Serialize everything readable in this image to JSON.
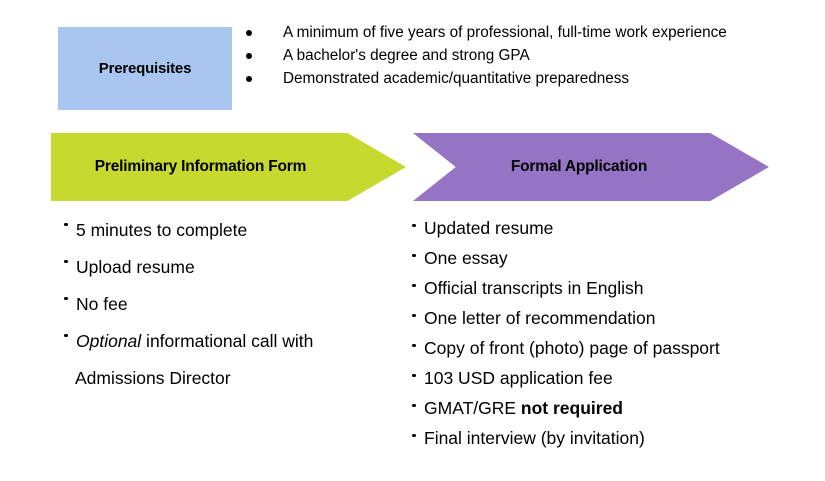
{
  "colors": {
    "prerequisite_box": "#a8c6ef",
    "preliminary_arrow": "#c6d92e",
    "formal_arrow": "#9574c5",
    "text": "#000000",
    "background": "#ffffff"
  },
  "prerequisites": {
    "label": "Prerequisites",
    "items": [
      "A minimum of five years of professional, full-time work experience",
      "A bachelor's degree and strong GPA",
      "Demonstrated academic/quantitative preparedness"
    ]
  },
  "stages": [
    {
      "title": "Preliminary Information Form",
      "items": [
        {
          "text": "5 minutes to complete"
        },
        {
          "text": "Upload resume"
        },
        {
          "text": "No fee"
        },
        {
          "emphasis": "Optional",
          "text": " informational call with",
          "continuation": "Admissions Director"
        }
      ]
    },
    {
      "title": "Formal Application",
      "items": [
        {
          "text": "Updated resume"
        },
        {
          "text": "One essay"
        },
        {
          "text": "Official transcripts in English"
        },
        {
          "text": "One letter of recommendation"
        },
        {
          "text": "Copy of front (photo) page of passport"
        },
        {
          "text": "103 USD application fee"
        },
        {
          "text": "GMAT/GRE ",
          "strong": "not required"
        },
        {
          "text": "Final interview (by invitation)"
        }
      ]
    }
  ]
}
